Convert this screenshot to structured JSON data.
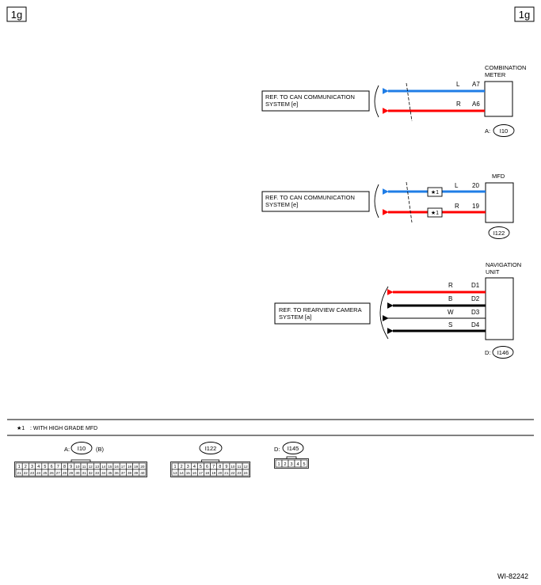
{
  "page_tag_left": "1g",
  "page_tag_right": "1g",
  "figure_id": "WI-82242",
  "colors": {
    "wire_L": "#1f7de6",
    "wire_R": "#ff0000",
    "wire_B": "#000000",
    "wire_W": "#000000",
    "wire_S": "#000000"
  },
  "sections": [
    {
      "device_line1": "COMBINATION",
      "device_line2": "METER",
      "ref_line1": "REF. TO CAN COMMUNICATION",
      "ref_line2": "SYSTEM [e]",
      "connector_prefix": "A:",
      "connector": "I10",
      "wires": [
        {
          "color": "L",
          "pin": "A7"
        },
        {
          "color": "R",
          "pin": "A6"
        }
      ]
    },
    {
      "device_line1": "MFD",
      "device_line2": "",
      "ref_line1": "REF. TO CAN COMMUNICATION",
      "ref_line2": "SYSTEM [e]",
      "connector_prefix": "",
      "connector": "I122",
      "wires": [
        {
          "color": "L",
          "pin": "20",
          "note": "★1"
        },
        {
          "color": "R",
          "pin": "19",
          "note": "★1"
        }
      ]
    },
    {
      "device_line1": "NAVIGATION",
      "device_line2": "UNIT",
      "ref_line1": "REF. TO REARVIEW CAMERA",
      "ref_line2": "SYSTEM  [a]",
      "connector_prefix": "D:",
      "connector": "I146",
      "wires": [
        {
          "color": "R",
          "pin": "D1"
        },
        {
          "color": "B",
          "pin": "D2"
        },
        {
          "color": "W",
          "pin": "D3"
        },
        {
          "color": "S",
          "pin": "D4"
        }
      ]
    }
  ],
  "legend": {
    "symbol": "★1",
    "text": ": WITH HIGH GRADE MFD"
  },
  "connector_views": [
    {
      "prefix": "A:",
      "name": "I10",
      "suffix": "(B)",
      "rows": [
        [
          "1",
          "2",
          "3",
          "4",
          "5",
          "6",
          "7",
          "8",
          "9",
          "10",
          "11",
          "12",
          "13",
          "14",
          "15",
          "16",
          "17",
          "18",
          "19",
          "20"
        ],
        [
          "21",
          "22",
          "23",
          "24",
          "25",
          "26",
          "27",
          "28",
          "29",
          "30",
          "31",
          "32",
          "33",
          "34",
          "35",
          "36",
          "37",
          "38",
          "39",
          "40"
        ]
      ]
    },
    {
      "prefix": "",
      "name": "I122",
      "suffix": "",
      "rows": [
        [
          "1",
          "2",
          "3",
          "4",
          "5",
          "6",
          "7",
          "8",
          "9",
          "10",
          "11",
          "12"
        ],
        [
          "13",
          "14",
          "15",
          "16",
          "17",
          "18",
          "19",
          "20",
          "21",
          "22",
          "23",
          "24"
        ]
      ]
    },
    {
      "prefix": "D:",
      "name": "I145",
      "suffix": "",
      "rows": [
        [
          "1",
          "2",
          "3",
          "4",
          "5"
        ]
      ]
    }
  ]
}
